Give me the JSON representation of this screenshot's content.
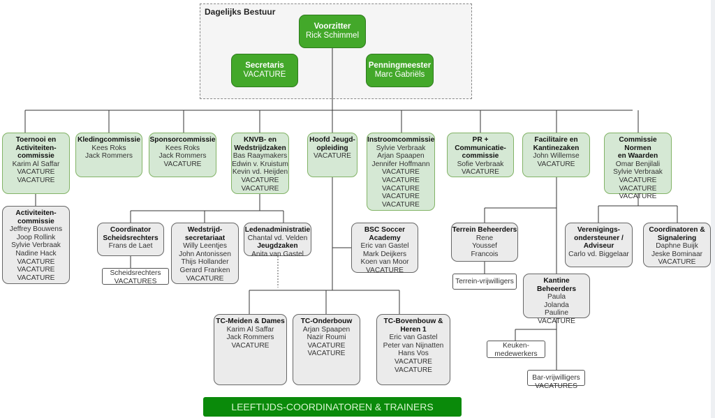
{
  "bestuur": {
    "title": "Dagelijks Bestuur"
  },
  "boxes": {
    "voorzitter": [
      {
        "t": "Voorzitter",
        "bold": true
      },
      {
        "t": "Rick Schimmel"
      }
    ],
    "secretaris": [
      {
        "t": "Secretaris",
        "bold": true
      },
      {
        "t": "VACATURE"
      }
    ],
    "penningmeester": [
      {
        "t": "Penningmeester",
        "bold": true
      },
      {
        "t": "Marc Gabriëls"
      }
    ],
    "toernooi": [
      {
        "t": "Toernooi en",
        "bold": true
      },
      {
        "t": "Activiteiten-",
        "bold": true
      },
      {
        "t": "commissie",
        "bold": true
      },
      {
        "t": "Karim Al Saffar"
      },
      {
        "t": "VACATURE"
      },
      {
        "t": "VACATURE"
      }
    ],
    "kleding": [
      {
        "t": "Kledingcommissie",
        "bold": true
      },
      {
        "t": "Kees Roks"
      },
      {
        "t": "Jack Rommers"
      }
    ],
    "sponsor": [
      {
        "t": "Sponsorcommissie",
        "bold": true
      },
      {
        "t": "Kees Roks"
      },
      {
        "t": "Jack Rommers"
      },
      {
        "t": "VACATURE"
      }
    ],
    "knvb": [
      {
        "t": "KNVB- en",
        "bold": true
      },
      {
        "t": "Wedstrijdzaken",
        "bold": true
      },
      {
        "t": "Bas Raaymakers"
      },
      {
        "t": "Edwin v. Kruistum"
      },
      {
        "t": "Kevin vd. Heijden"
      },
      {
        "t": "VACATURE"
      },
      {
        "t": "VACATURE"
      }
    ],
    "hoofd": [
      {
        "t": "Hoofd Jeugd-",
        "bold": true
      },
      {
        "t": "opleiding",
        "bold": true
      },
      {
        "t": "VACATURE"
      }
    ],
    "instroom": [
      {
        "t": "Instroomcommissie",
        "bold": true
      },
      {
        "t": "Sylvie Verbraak"
      },
      {
        "t": "Arjan Spaapen"
      },
      {
        "t": "Jennifer Hoffmann"
      },
      {
        "t": "VACATURE"
      },
      {
        "t": "VACATURE"
      },
      {
        "t": "VACATURE"
      },
      {
        "t": "VACATURE"
      },
      {
        "t": "VACATURE"
      }
    ],
    "pr": [
      {
        "t": "PR + Communicatie-",
        "bold": true
      },
      {
        "t": "commissie",
        "bold": true
      },
      {
        "t": "Sofie Verbraak"
      },
      {
        "t": "VACATURE"
      }
    ],
    "facilitaire": [
      {
        "t": "Facilitaire en",
        "bold": true
      },
      {
        "t": "Kantinezaken",
        "bold": true
      },
      {
        "t": "John Willemse"
      },
      {
        "t": "VACATURE"
      }
    ],
    "normen": [
      {
        "t": "Commissie Normen",
        "bold": true
      },
      {
        "t": "en Waarden",
        "bold": true
      },
      {
        "t": "Omar Benjilali"
      },
      {
        "t": "Sylvie Verbraak"
      },
      {
        "t": "VACATURE"
      },
      {
        "t": "VACATURE"
      },
      {
        "t": "VACATURE"
      }
    ],
    "activiteiten": [
      {
        "t": "Activiteiten-",
        "bold": true
      },
      {
        "t": "commissie",
        "bold": true
      },
      {
        "t": "Jeffrey Bouwens"
      },
      {
        "t": "Joop Rollink"
      },
      {
        "t": "Sylvie Verbraak"
      },
      {
        "t": "Nadine Hack"
      },
      {
        "t": "VACATURE"
      },
      {
        "t": "VACATURE"
      },
      {
        "t": "VACATURE"
      }
    ],
    "scheidscoord": [
      {
        "t": "Coordinator",
        "bold": true
      },
      {
        "t": "Scheidsrechters",
        "bold": true
      },
      {
        "t": "Frans de Laet"
      }
    ],
    "scheids": [
      {
        "t": "Scheidsrechters"
      },
      {
        "t": "VACATURES"
      }
    ],
    "wedstrijdsec": [
      {
        "t": "Wedstrijd-",
        "bold": true
      },
      {
        "t": "secretariaat",
        "bold": true
      },
      {
        "t": "Willy Leentjes"
      },
      {
        "t": "John Antonissen"
      },
      {
        "t": "Thijs Hollander"
      },
      {
        "t": "Gerard Franken"
      },
      {
        "t": "VACATURE"
      }
    ],
    "leden": [
      {
        "t": "Ledenadministratie",
        "bold": true
      },
      {
        "t": "Chantal vd. Velden"
      },
      {
        "t": "Jeugdzaken",
        "bold": true
      },
      {
        "t": "Anita van Gastel"
      }
    ],
    "bsc": [
      {
        "t": "BSC Soccer",
        "bold": true
      },
      {
        "t": "Academy",
        "bold": true
      },
      {
        "t": "Eric van Gastel"
      },
      {
        "t": "Mark Deijkers"
      },
      {
        "t": "Koen van Moor"
      },
      {
        "t": "VACATURE"
      }
    ],
    "tcmeiden": [
      {
        "t": "TC-Meiden & Dames",
        "bold": true
      },
      {
        "t": "Karim Al Saffar"
      },
      {
        "t": "Jack Rommers"
      },
      {
        "t": "VACATURE"
      }
    ],
    "tconder": [
      {
        "t": "TC-Onderbouw",
        "bold": true
      },
      {
        "t": "Arjan Spaapen"
      },
      {
        "t": "Nazir Roumi"
      },
      {
        "t": "VACATURE"
      },
      {
        "t": "VACATURE"
      }
    ],
    "tcboven": [
      {
        "t": "TC-Bovenbouw &",
        "bold": true
      },
      {
        "t": "Heren 1",
        "bold": true
      },
      {
        "t": "Eric van Gastel"
      },
      {
        "t": "Peter van Nijnatten"
      },
      {
        "t": "Hans Vos"
      },
      {
        "t": "VACATURE"
      },
      {
        "t": "VACATURE"
      }
    ],
    "terreinbeh": [
      {
        "t": "Terrein Beheerders",
        "bold": true
      },
      {
        "t": "Rene"
      },
      {
        "t": "Youssef"
      },
      {
        "t": "Francois"
      }
    ],
    "terreinvrij": [
      {
        "t": "Terrein-vrijwilligers"
      }
    ],
    "kantine": [
      {
        "t": "Kantine Beheerders",
        "bold": true
      },
      {
        "t": "Paula"
      },
      {
        "t": "Jolanda"
      },
      {
        "t": "Pauline"
      },
      {
        "t": "VACATURE"
      }
    ],
    "keuken": [
      {
        "t": "Keuken-"
      },
      {
        "t": "medewerkers"
      }
    ],
    "bar": [
      {
        "t": "Bar-vrijwilligers"
      },
      {
        "t": "VACATURES"
      }
    ],
    "verenigings": [
      {
        "t": "Verenigings-",
        "bold": true
      },
      {
        "t": "ondersteuner /",
        "bold": true
      },
      {
        "t": "Adviseur",
        "bold": true
      },
      {
        "t": "Carlo vd. Biggelaar"
      }
    ],
    "coordsign": [
      {
        "t": "Coordinatoren &",
        "bold": true
      },
      {
        "t": "Signalering",
        "bold": true
      },
      {
        "t": "Daphne Buijk"
      },
      {
        "t": "Jeske Bominaar"
      },
      {
        "t": "VACATURE"
      }
    ]
  },
  "banner": {
    "label": "LEEFTIJDS-COORDINATOREN & TRAINERS"
  },
  "colors": {
    "board": "#43a82a",
    "committee": "#d5e8d4",
    "subgroup": "#ebebeb",
    "banner": "#0a8a0a"
  }
}
